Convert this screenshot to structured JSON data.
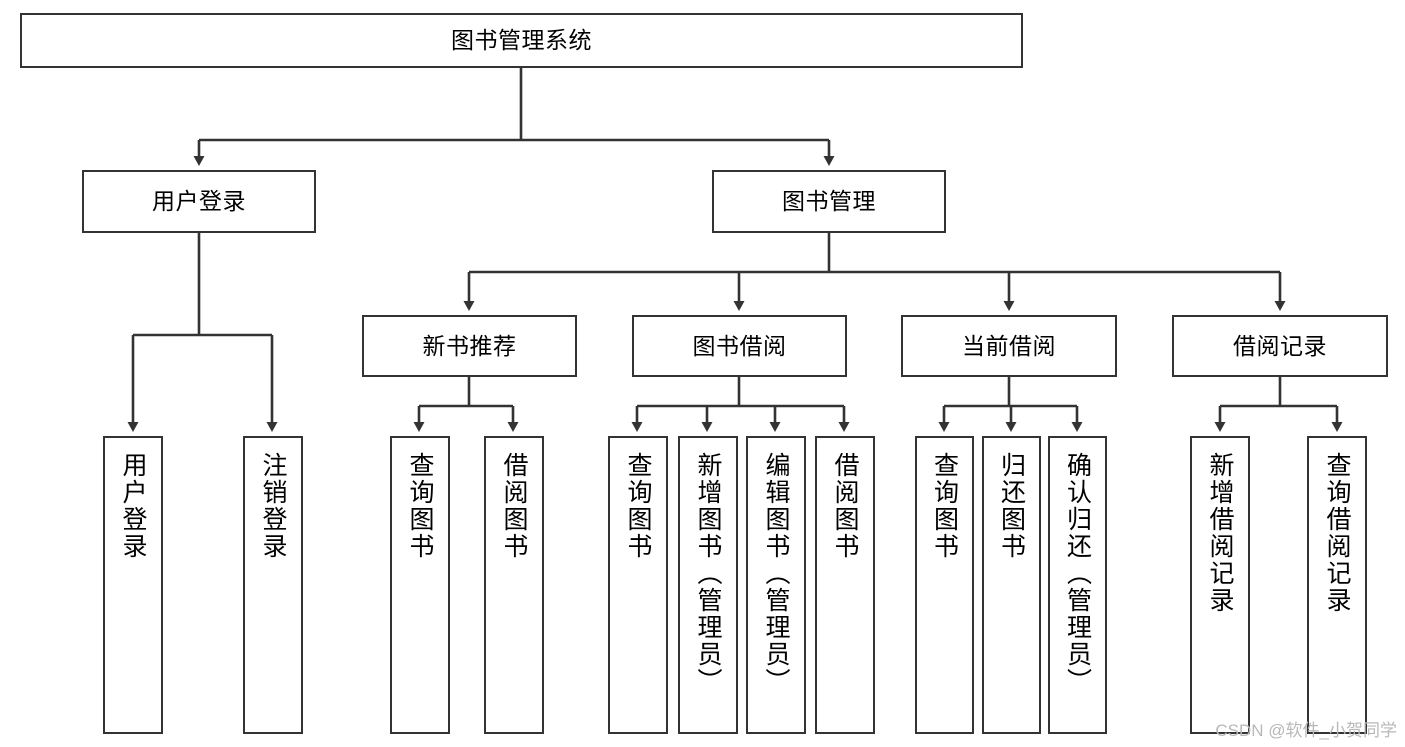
{
  "diagram": {
    "type": "tree",
    "title": "图书管理系统",
    "orientation": "top-down",
    "colors": {
      "box_border": "#333333",
      "box_fill": "#ffffff",
      "edge": "#333333",
      "background": "#ffffff",
      "watermark": "#b8b8b8"
    },
    "root": {
      "id": "root",
      "label": "图书管理系统",
      "level": 0,
      "text_orientation": "horizontal"
    },
    "level1": [
      {
        "id": "user-login",
        "label": "用户登录",
        "level": 1,
        "text_orientation": "horizontal",
        "parent": "root"
      },
      {
        "id": "book-manage",
        "label": "图书管理",
        "level": 1,
        "text_orientation": "horizontal",
        "parent": "root"
      }
    ],
    "level2": [
      {
        "id": "new-book-rec",
        "label": "新书推荐",
        "level": 2,
        "text_orientation": "horizontal",
        "parent": "book-manage"
      },
      {
        "id": "book-borrow",
        "label": "图书借阅",
        "level": 2,
        "text_orientation": "horizontal",
        "parent": "book-manage"
      },
      {
        "id": "current-borrow",
        "label": "当前借阅",
        "level": 2,
        "text_orientation": "horizontal",
        "parent": "book-manage"
      },
      {
        "id": "borrow-record",
        "label": "借阅记录",
        "level": 2,
        "text_orientation": "horizontal",
        "parent": "book-manage"
      }
    ],
    "leaves": [
      {
        "id": "leaf-user-login",
        "label": "用户登录",
        "level": 2,
        "text_orientation": "vertical",
        "parent": "user-login"
      },
      {
        "id": "leaf-logout",
        "label": "注销登录",
        "level": 2,
        "text_orientation": "vertical",
        "parent": "user-login"
      },
      {
        "id": "leaf-query-book-1",
        "label": "查询图书",
        "level": 3,
        "text_orientation": "vertical",
        "parent": "new-book-rec"
      },
      {
        "id": "leaf-borrow-book-1",
        "label": "借阅图书",
        "level": 3,
        "text_orientation": "vertical",
        "parent": "new-book-rec"
      },
      {
        "id": "leaf-query-book-2",
        "label": "查询图书",
        "level": 3,
        "text_orientation": "vertical",
        "parent": "book-borrow"
      },
      {
        "id": "leaf-add-book",
        "label": "新增图书（管理员）",
        "level": 3,
        "text_orientation": "vertical",
        "parent": "book-borrow"
      },
      {
        "id": "leaf-edit-book",
        "label": "编辑图书（管理员）",
        "level": 3,
        "text_orientation": "vertical",
        "parent": "book-borrow"
      },
      {
        "id": "leaf-borrow-book-2",
        "label": "借阅图书",
        "level": 3,
        "text_orientation": "vertical",
        "parent": "book-borrow"
      },
      {
        "id": "leaf-query-book-3",
        "label": "查询图书",
        "level": 3,
        "text_orientation": "vertical",
        "parent": "current-borrow"
      },
      {
        "id": "leaf-return-book",
        "label": "归还图书",
        "level": 3,
        "text_orientation": "vertical",
        "parent": "current-borrow"
      },
      {
        "id": "leaf-confirm-return",
        "label": "确认归还（管理员）",
        "level": 3,
        "text_orientation": "vertical",
        "parent": "current-borrow"
      },
      {
        "id": "leaf-add-record",
        "label": "新增借阅记录",
        "level": 3,
        "text_orientation": "vertical",
        "parent": "borrow-record"
      },
      {
        "id": "leaf-query-record",
        "label": "查询借阅记录",
        "level": 3,
        "text_orientation": "vertical",
        "parent": "borrow-record"
      }
    ]
  },
  "watermark": {
    "text": "CSDN @软件_小贺同学"
  }
}
